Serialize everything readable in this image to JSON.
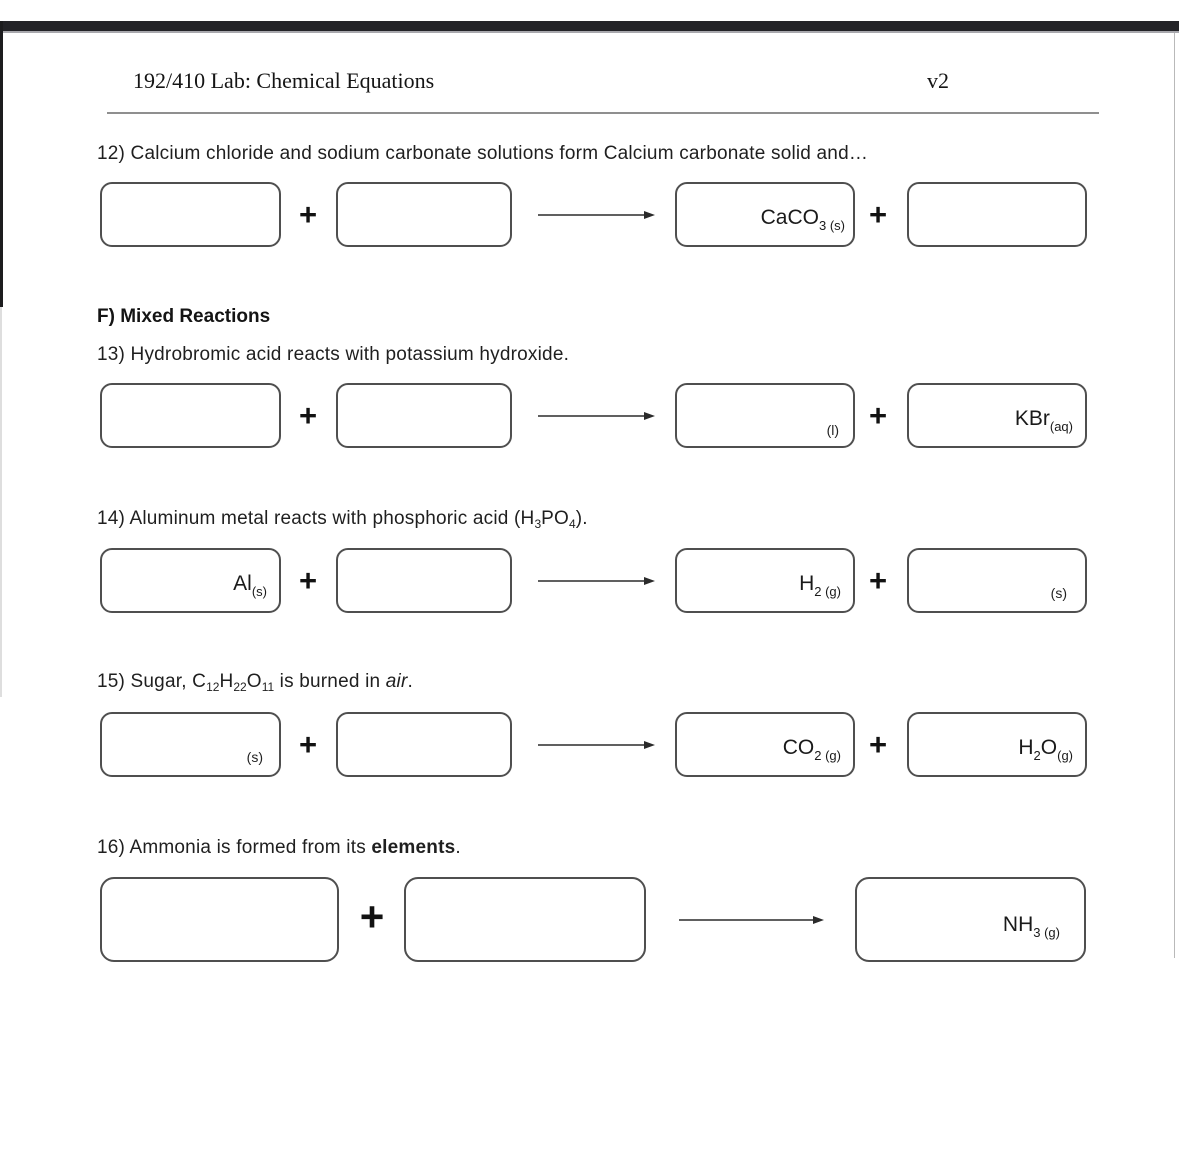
{
  "header": {
    "title": "192/410 Lab: Chemical Equations",
    "version": "v2"
  },
  "symbols": {
    "plus": "+"
  },
  "sectionF": {
    "title": "F) Mixed Reactions"
  },
  "q12": {
    "label": "12) Calcium chloride and sodium carbonate solutions form Calcium carbonate solid and…",
    "product1_main": "CaCO",
    "product1_sub": "3 (s)"
  },
  "q13": {
    "label": "13) Hydrobromic acid reacts with potassium hydroxide.",
    "product1_state": "(l)",
    "product2_main": "KBr",
    "product2_sub": "(aq)"
  },
  "q14": {
    "label_1": "14) Aluminum metal reacts with phosphoric acid (H",
    "label_sub_1": "3",
    "label_2": "PO",
    "label_sub_2": "4",
    "label_3": ").",
    "reactant1_main": "Al",
    "reactant1_sub": "(s)",
    "product1_main": "H",
    "product1_sub": "2 (g)",
    "product2_state": "(s)"
  },
  "q15": {
    "label_1": "15) Sugar, C",
    "label_sub_1": "12",
    "label_2": "H",
    "label_sub_2": "22",
    "label_3": "O",
    "label_sub_3": "11",
    "label_4": " is burned in ",
    "label_italic": "air",
    "label_5": ".",
    "reactant1_state": "(s)",
    "product1_main": "CO",
    "product1_sub": "2 (g)",
    "product2_p1": "H",
    "product2_s1": "2",
    "product2_p2": "O",
    "product2_s2": "(g)"
  },
  "q16": {
    "label_1": "16) Ammonia is formed from its ",
    "label_bold": "elements",
    "label_2": ".",
    "product1_main": "NH",
    "product1_sub": "3 (g)"
  }
}
